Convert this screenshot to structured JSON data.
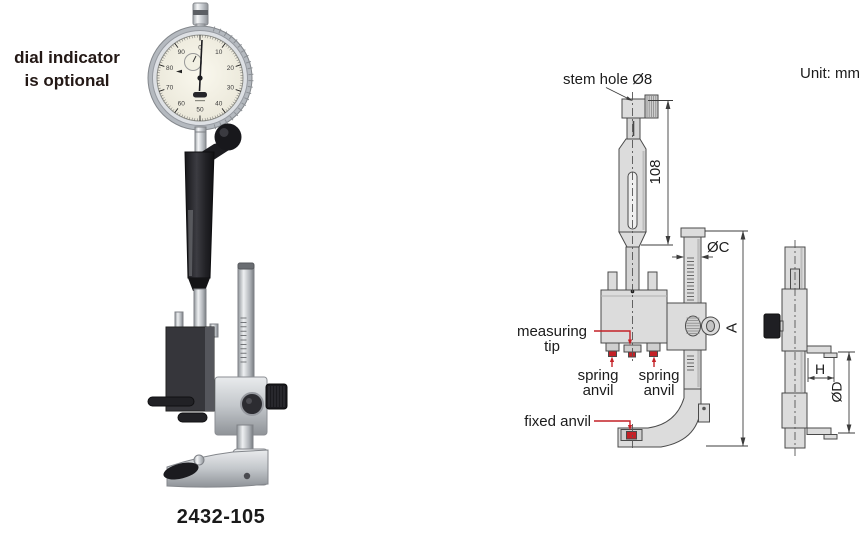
{
  "photo": {
    "caption_line1": "dial indicator",
    "caption_line2": "is optional",
    "model": "2432-105",
    "dial_numbers": [
      "0",
      "10",
      "20",
      "30",
      "40",
      "50",
      "60",
      "70",
      "80",
      "90"
    ]
  },
  "drawing": {
    "unit_label": "Unit: mm",
    "labels": {
      "stem_hole": "stem hole Ø8",
      "measuring_tip": [
        "measuring",
        "tip"
      ],
      "spring_anvil_left": [
        "spring",
        "anvil"
      ],
      "spring_anvil_right": [
        "spring",
        "anvil"
      ],
      "fixed_anvil": "fixed anvil"
    },
    "dimensions": {
      "stem_length": "108",
      "rod_diameter": "ØC",
      "total_height": "A",
      "anvil_offset": "H",
      "measuring_depth": "ØD"
    },
    "colors": {
      "accent_red": "#c42127",
      "line": "#4a4a4a",
      "fill": "#dcdcdc"
    }
  }
}
